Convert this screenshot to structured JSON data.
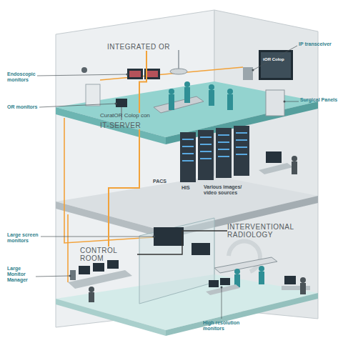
{
  "diagram": {
    "nodes": [
      {
        "text": [
          "INTEGRATED OR"
        ]
      },
      {
        "text": [
          "CuratOR Colop con",
          "IT-SERVER"
        ]
      },
      {
        "text": [
          "CONTROL ROOM"
        ]
      },
      {
        "text": [
          "INTERVENTIONAL RADIOLOGY"
        ]
      }
    ],
    "edges": [
      {
        "from": 1,
        "to": 0,
        "arrow": "none"
      },
      {
        "from": 1,
        "to": 2,
        "arrow": "none"
      },
      {
        "from": 2,
        "to": 3,
        "arrow": "none"
      }
    ],
    "labels": [
      "IP transceiver",
      "Endoscopic monitors",
      "OR monitors",
      "Surgical Panels",
      "tOR Colop",
      "PACS",
      "HIS",
      "Various images/ video sources",
      "Large screen monitors",
      "Large Monitor Manager",
      "High resolution monitors"
    ]
  }
}
